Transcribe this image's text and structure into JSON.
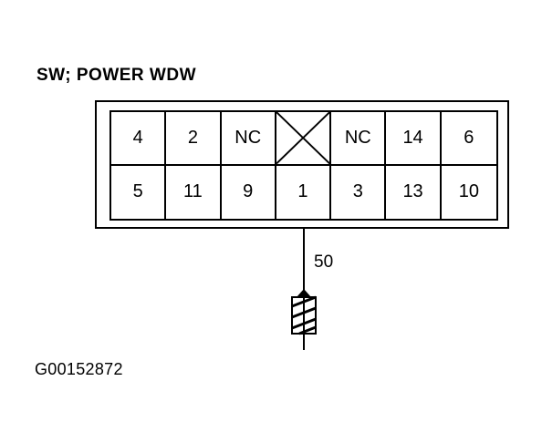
{
  "title": "SW; POWER WDW",
  "connector": {
    "top_row": [
      "4",
      "2",
      "NC",
      "",
      "NC",
      "14",
      "6"
    ],
    "bottom_row": [
      "5",
      "11",
      "9",
      "1",
      "3",
      "13",
      "10"
    ],
    "blocked_cell_index": 3
  },
  "wire": {
    "label": "50",
    "ground_symbol": "ground-terminal-icon"
  },
  "figure_code": "G00152872"
}
